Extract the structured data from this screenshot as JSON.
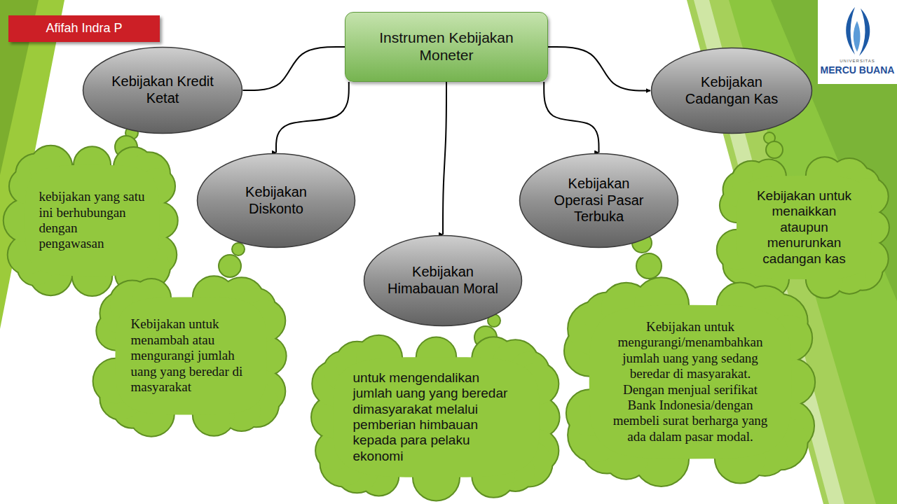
{
  "diagram": {
    "nodes": [
      {
        "text": [
          "Afifah Indra P"
        ]
      },
      {
        "text": [
          "Instrumen Kebijakan Moneter"
        ]
      },
      {
        "text": [
          "Kebijakan Kredit Ketat"
        ]
      },
      {
        "text": [
          "Kebijakan Cadangan Kas"
        ]
      },
      {
        "text": [
          "Kebijakan Diskonto"
        ]
      },
      {
        "text": [
          "Kebijakan Operasi Pasar Terbuka"
        ]
      },
      {
        "text": [
          "Kebijakan Himabauan Moral"
        ]
      },
      {
        "text": [
          "kebijakan yang satu ini berhubungan dengan pengawasan"
        ]
      },
      {
        "text": [
          "Kebijakan untuk menaikkan ataupun menurunkan cadangan kas"
        ]
      },
      {
        "text": [
          "Kebijakan untuk menambah atau mengurangi jumlah uang yang beredar di masyarakat"
        ]
      },
      {
        "text": [
          "Kebijakan untuk mengurangi/menambahkan jumlah uang yang sedang beredar di masyarakat. Dengan menjual serifikat Bank Indonesia/dengan membeli surat berharga yang ada dalam pasar modal."
        ]
      },
      {
        "text": [
          "untuk mengendalikan jumlah uang yang beredar dimasyarakat melalui pemberian himbauan kepada para pelaku ekonomi"
        ]
      }
    ],
    "edges": [
      {
        "from": 1,
        "to": 2,
        "arrow": "to"
      },
      {
        "from": 1,
        "to": 4,
        "arrow": "to"
      },
      {
        "from": 1,
        "to": 6,
        "arrow": "to"
      },
      {
        "from": 1,
        "to": 5,
        "arrow": "to"
      },
      {
        "from": 1,
        "to": 3,
        "arrow": "to"
      }
    ],
    "labels": [
      "UNIVERSITAS",
      "MERCU BUANA"
    ]
  }
}
